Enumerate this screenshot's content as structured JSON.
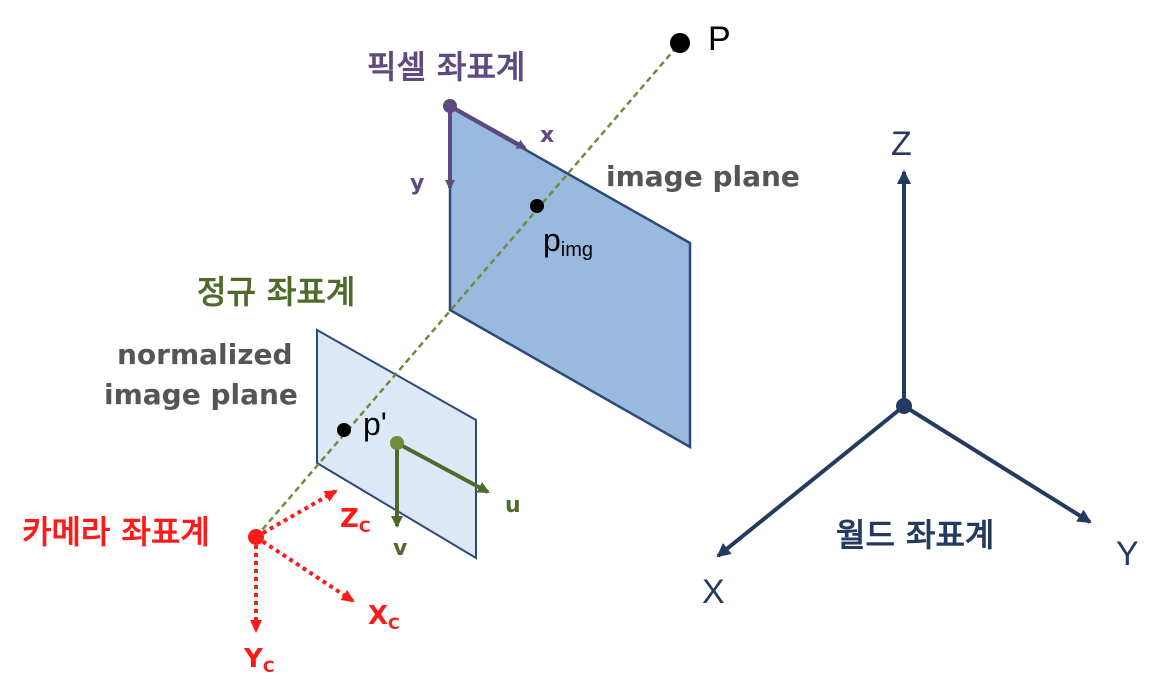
{
  "labels": {
    "point_P": "P",
    "pixel_coord_title": "픽셀 좌표계",
    "pixel_x": "x",
    "pixel_y": "y",
    "image_plane": "image plane",
    "p_img_main": "p",
    "p_img_sub": "img",
    "normalized_coord_title": "정규 좌표계",
    "normalized_plane_line1": "normalized",
    "normalized_plane_line2": "image plane",
    "p_prime": "p'",
    "norm_u": "u",
    "norm_v": "v",
    "camera_coord_title": "카메라 좌표계",
    "cam_z_main": "Z",
    "cam_z_sub": "C",
    "cam_x_main": "X",
    "cam_x_sub": "C",
    "cam_y_main": "Y",
    "cam_y_sub": "C",
    "world_coord_title": "월드 좌표계",
    "world_z": "Z",
    "world_x": "X",
    "world_y": "Y"
  },
  "colors": {
    "pixel_purple": "#5e4a7e",
    "normalized_green": "#4f6a2a",
    "camera_red": "#ff1a1a",
    "world_navy": "#243a5e",
    "image_plane_fill": "#9ab9df",
    "image_plane_stroke": "#2d4a78",
    "normalized_plane_fill": "#dce8f6",
    "ray_green": "#6f8c3a",
    "label_gray": "#555555"
  }
}
